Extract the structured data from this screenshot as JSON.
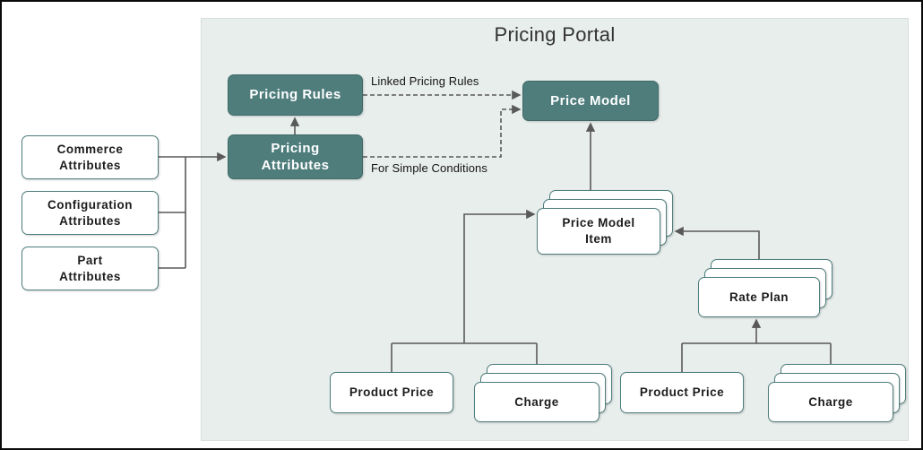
{
  "diagram": {
    "title": "Pricing Portal"
  },
  "labels": {
    "linked_pricing_rules": "Linked Pricing Rules",
    "for_simple_conditions": "For Simple Conditions"
  },
  "nodes": {
    "commerce_attributes": {
      "lines": [
        "Commerce",
        "Attributes"
      ]
    },
    "configuration_attributes": {
      "lines": [
        "Configuration",
        "Attributes"
      ]
    },
    "part_attributes": {
      "lines": [
        "Part",
        "Attributes"
      ]
    },
    "pricing_rules": {
      "lines": [
        "Pricing Rules"
      ]
    },
    "pricing_attributes": {
      "lines": [
        "Pricing",
        "Attributes"
      ]
    },
    "price_model": {
      "lines": [
        "Price Model"
      ]
    },
    "price_model_item": {
      "lines": [
        "Price Model",
        "Item"
      ]
    },
    "rate_plan": {
      "lines": [
        "Rate Plan"
      ]
    },
    "product_price_left": {
      "lines": [
        "Product Price"
      ]
    },
    "charge_left": {
      "lines": [
        "Charge"
      ]
    },
    "product_price_right": {
      "lines": [
        "Product Price"
      ]
    },
    "charge_right": {
      "lines": [
        "Charge"
      ]
    }
  },
  "colors": {
    "teal": "#4e7d7c",
    "panel_bg": "#e8eeec",
    "arrow": "#595959"
  }
}
